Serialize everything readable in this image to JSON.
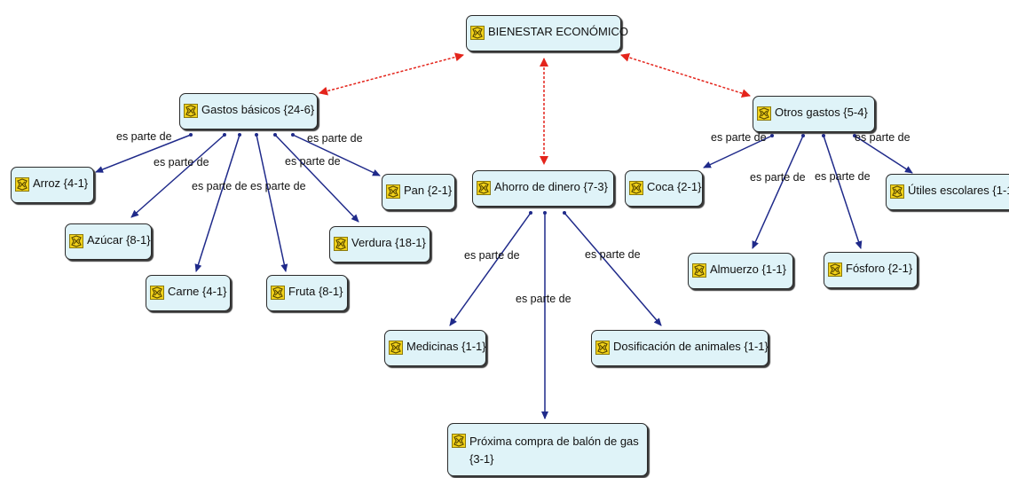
{
  "nodes": {
    "root": "BIENESTAR ECONÓMICO",
    "gastos": "Gastos básicos {24-6}",
    "otros": "Otros gastos {5-4}",
    "ahorro": "Ahorro de dinero {7-3}",
    "arroz": "Arroz {4-1}",
    "azucar": "Azúcar {8-1}",
    "carne": "Carne {4-1}",
    "fruta": "Fruta {8-1}",
    "verdura": "Verdura {18-1}",
    "pan": "Pan {2-1}",
    "coca": "Coca {2-1}",
    "almuerzo": "Almuerzo {1-1}",
    "fosforo": "Fósforo {2-1}",
    "utiles": "Útiles escolares {1-1",
    "medicinas": "Medicinas {1-1}",
    "dosificacion": "Dosificación de animales {1-1}",
    "proxima": "Próxima compra de balón de gas {3-1}"
  },
  "relation_label": "es parte de",
  "colors": {
    "association": "#e4241b",
    "part_of": "#1f2a8a",
    "node_fill": "#dff3f8",
    "icon": "#f2d21a"
  },
  "icon": "code-node-icon"
}
